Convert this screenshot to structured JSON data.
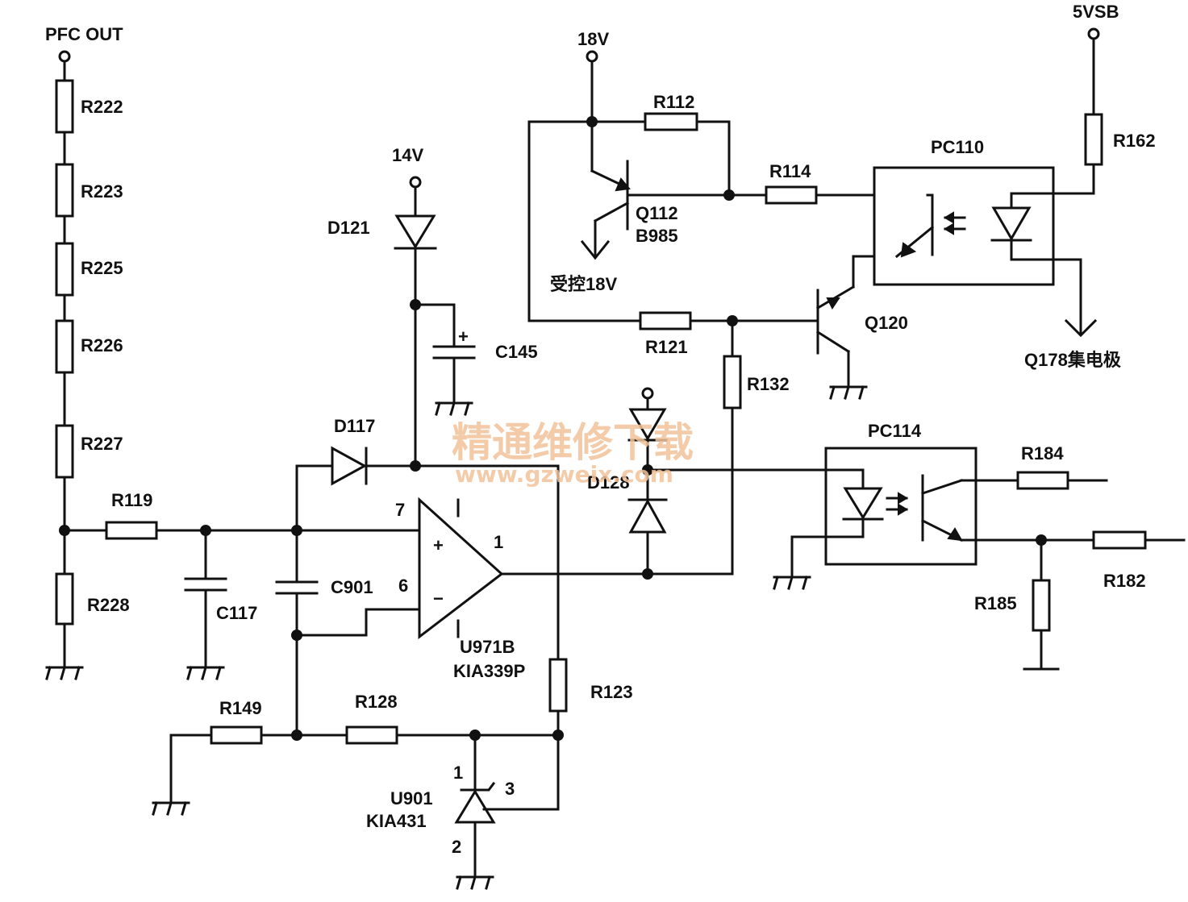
{
  "nets": {
    "pfc_out": "PFC OUT",
    "v18": "18V",
    "v14": "14V",
    "v5vsb": "5VSB",
    "controlled_18v": "受控18V",
    "q178_collector": "Q178集电极"
  },
  "resistors": {
    "r222": "R222",
    "r223": "R223",
    "r225": "R225",
    "r226": "R226",
    "r227": "R227",
    "r228": "R228",
    "r119": "R119",
    "r112": "R112",
    "r114": "R114",
    "r162": "R162",
    "r121": "R121",
    "r132": "R132",
    "r184": "R184",
    "r182": "R182",
    "r185": "R185",
    "r123": "R123",
    "r149": "R149",
    "r128": "R128"
  },
  "capacitors": {
    "c117": "C117",
    "c901": "C901",
    "c145": "C145"
  },
  "diodes": {
    "d121": "D121",
    "d117": "D117",
    "d128": "D128"
  },
  "transistors": {
    "q112": "Q112",
    "q112_part": "B985",
    "q120": "Q120"
  },
  "optocouplers": {
    "pc110": "PC110",
    "pc114": "PC114"
  },
  "comparator": {
    "ref": "U971B",
    "part": "KIA339P",
    "pin_plus": "7",
    "pin_minus": "6",
    "pin_out": "1",
    "sign_plus": "+",
    "sign_minus": "−"
  },
  "shunt_regulator": {
    "ref": "U901",
    "part": "KIA431",
    "pin_1": "1",
    "pin_2": "2",
    "pin_3": "3"
  },
  "polarity_plus": "+",
  "watermark": {
    "title": "精通维修下载",
    "url": "www.gzweix.com"
  }
}
